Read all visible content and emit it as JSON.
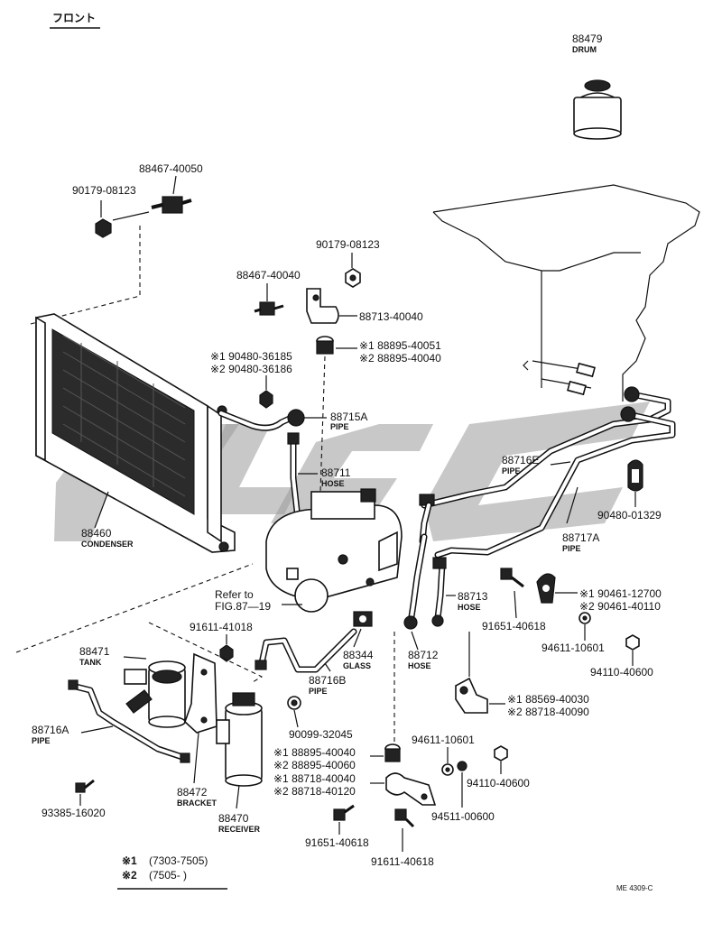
{
  "header": {
    "front_label": "フロント"
  },
  "watermark": {
    "color": "#9a9a9a"
  },
  "labels": {
    "drum_pn": "88479",
    "drum_name": "DRUM",
    "mount_upper_pn": "88467-40050",
    "nut_upper_pn": "90179-08123",
    "nut_mid_pn": "90179-08123",
    "mount_mid_pn": "88467-40040",
    "clamp_mid_pn": "88713-40040",
    "bolt_a1": "※1 90480-36185",
    "bolt_a2": "※2 90480-36186",
    "oring_a1": "※1 88895-40051",
    "oring_a2": "※2 88895-40040",
    "pipe_a_pn": "88715A",
    "pipe_a_name": "PIPE",
    "hose_a_pn": "88711",
    "hose_a_name": "HOSE",
    "pipe_e_pn": "88716E",
    "pipe_e_name": "PIPE",
    "grommet_pn": "90480-01329",
    "pipe_717_pn": "88717A",
    "pipe_717_name": "PIPE",
    "condenser_pn": "88460",
    "condenser_name": "CONDENSER",
    "refer_1": "Refer to",
    "refer_2": "FIG.87—19",
    "hose_713_pn": "88713",
    "hose_713_name": "HOSE",
    "clip_r1": "※1 90461-12700",
    "clip_r2": "※2 90461-40110",
    "bolt_618_pn": "91651-40618",
    "washer_601_a": "94611-10601",
    "nut_600_a": "94110-40600",
    "bolt_1018_pn": "91611-41018",
    "tank_pn": "88471",
    "tank_name": "TANK",
    "glass_pn": "88344",
    "glass_name": "GLASS",
    "hose_712_pn": "88712",
    "hose_712_name": "HOSE",
    "pipe_716b_pn": "88716B",
    "pipe_716b_name": "PIPE",
    "bracket_r1": "※1 88569-40030",
    "bracket_r2": "※2 88718-40090",
    "pipe_716a_pn": "88716A",
    "pipe_716a_name": "PIPE",
    "oring_b_pn": "90099-32045",
    "oring_c1": "※1 88895-40040",
    "oring_c2": "※2 88895-40060",
    "washer_601_b": "94611-10601",
    "nut_600_b": "94110-40600",
    "clamp_c1": "※1 88718-40040",
    "clamp_c2": "※2 88718-40120",
    "nut_600_c": "94511-00600",
    "bracket_472_pn": "88472",
    "bracket_472_name": "BRACKET",
    "receiver_pn": "88470",
    "receiver_name": "RECEIVER",
    "bolt_016_pn": "93385-16020",
    "bolt_618_b": "91651-40618",
    "bolt_618_c": "91611-40618"
  },
  "legend": {
    "line1_mark": "※1",
    "line1_text": "(7303-7505)",
    "line2_mark": "※2",
    "line2_text": "(7505-          )"
  },
  "footer": {
    "code": "ME 4309-C"
  }
}
